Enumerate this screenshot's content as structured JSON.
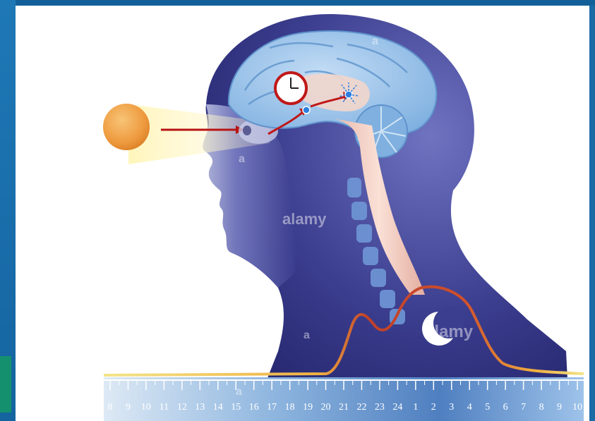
{
  "timeline": {
    "hours": [
      "8",
      "9",
      "10",
      "11",
      "12",
      "13",
      "14",
      "15",
      "16",
      "17",
      "18",
      "19",
      "20",
      "21",
      "22",
      "23",
      "24",
      "1",
      "2",
      "3",
      "4",
      "5",
      "6",
      "7",
      "8",
      "9",
      "10"
    ]
  },
  "watermarks": {
    "main": "alamy",
    "small": "a"
  },
  "colors": {
    "background_frame": "#1a6aa6",
    "head": "#3a3c8c",
    "brain": "#9cc3ea",
    "sun": "#f0a24a",
    "arrow": "#c01818",
    "melatonin_curve": "#f0b040",
    "timeline": "#cfe3f4"
  },
  "icons": [
    "sun-icon",
    "clock-icon",
    "moon-icon",
    "eye-icon"
  ]
}
